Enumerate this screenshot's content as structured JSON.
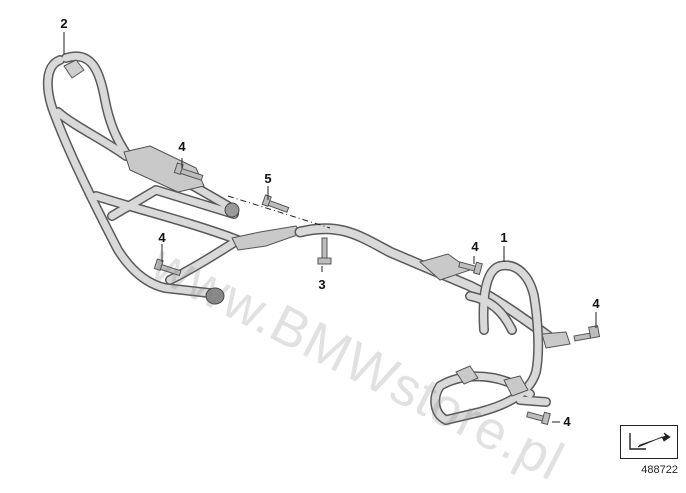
{
  "callouts": {
    "top_left_2": "2",
    "left_4a": "4",
    "center_5": "5",
    "left_4b": "4",
    "center_3": "3",
    "right_1": "1",
    "right_4a": "4",
    "right_4b": "4",
    "bottom_4": "4"
  },
  "watermark": "www.BMWstore.pl",
  "diagram_number": "488722",
  "icon": "cursor-arrow-box-icon",
  "colors": {
    "part_fill": "#d2d2d2",
    "part_stroke": "#555555",
    "watermark": "#8c8c8c"
  }
}
